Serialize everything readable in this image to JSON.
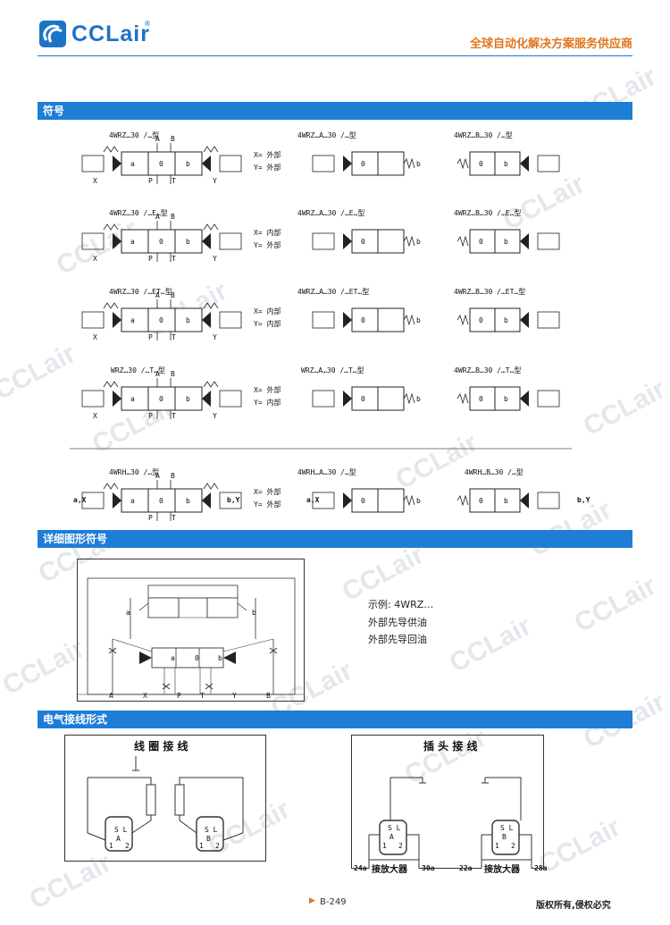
{
  "brand": {
    "name": "CCLair",
    "registered": "®",
    "tagline": "全球自动化解决方案服务供应商",
    "watermark": "CCLair"
  },
  "sections": {
    "symbols": "符号",
    "detailed": "详细图形符号",
    "electrical": "电气接线形式"
  },
  "symbols": {
    "rows": [
      {
        "left": "4WRZ…30 /…型",
        "mid": "4WRZ…A…30 /…型",
        "right": "4WRZ…B…30 /…型",
        "note1": "X= 外部",
        "note2": "Y= 外部"
      },
      {
        "left": "4WRZ…30 /…E…型",
        "mid": "4WRZ…A…30 /…E…型",
        "right": "4WRZ…B…30 /…E…型",
        "note1": "X= 内部",
        "note2": "Y= 外部"
      },
      {
        "left": "4WRZ…30 /…ET…型",
        "mid": "4WRZ…A…30 /…ET…型",
        "right": "4WRZ…B…30 /…ET…型",
        "note1": "X= 内部",
        "note2": "Y= 内部"
      },
      {
        "left": "WRZ…30 /…T…型",
        "mid": "WRZ…A…30 /…T…型",
        "right": "4WRZ…B…30 /…T…型",
        "note1": "X= 外部",
        "note2": "Y= 内部"
      },
      {
        "left": "4WRH…30 /…型",
        "mid": "4WRH…A…30 /…型",
        "right": "4WRH…B…30 /…型",
        "note1": "X= 外部",
        "note2": "Y= 外部"
      }
    ],
    "ports": {
      "A": "A",
      "B": "B",
      "P": "P",
      "T": "T",
      "X": "X",
      "Y": "Y",
      "a": "a",
      "b": "b",
      "zero": "0",
      "ax": "a,X",
      "by": "b,Y"
    }
  },
  "detailed": {
    "example": "示例: 4WRZ…",
    "line1": "外部先导供油",
    "line2": "外部先导回油",
    "ports": [
      "A",
      "X",
      "P",
      "T",
      "Y",
      "B"
    ]
  },
  "electrical": {
    "coil_title": "线 圈 接 线",
    "plug_title": "插 头 接 线",
    "amp": "接放大器",
    "pins": [
      "24a",
      "30a",
      "22a",
      "28a"
    ],
    "sl": "S L",
    "conn_a": "A",
    "conn_b": "B",
    "pin1": "1",
    "pin2": "2"
  },
  "footer": {
    "page": "B-249",
    "copyright": "版权所有,侵权必究"
  },
  "colors": {
    "brand_blue": "#1c73c7",
    "bar_blue": "#1e7ed6",
    "accent_orange": "#e0761f"
  }
}
